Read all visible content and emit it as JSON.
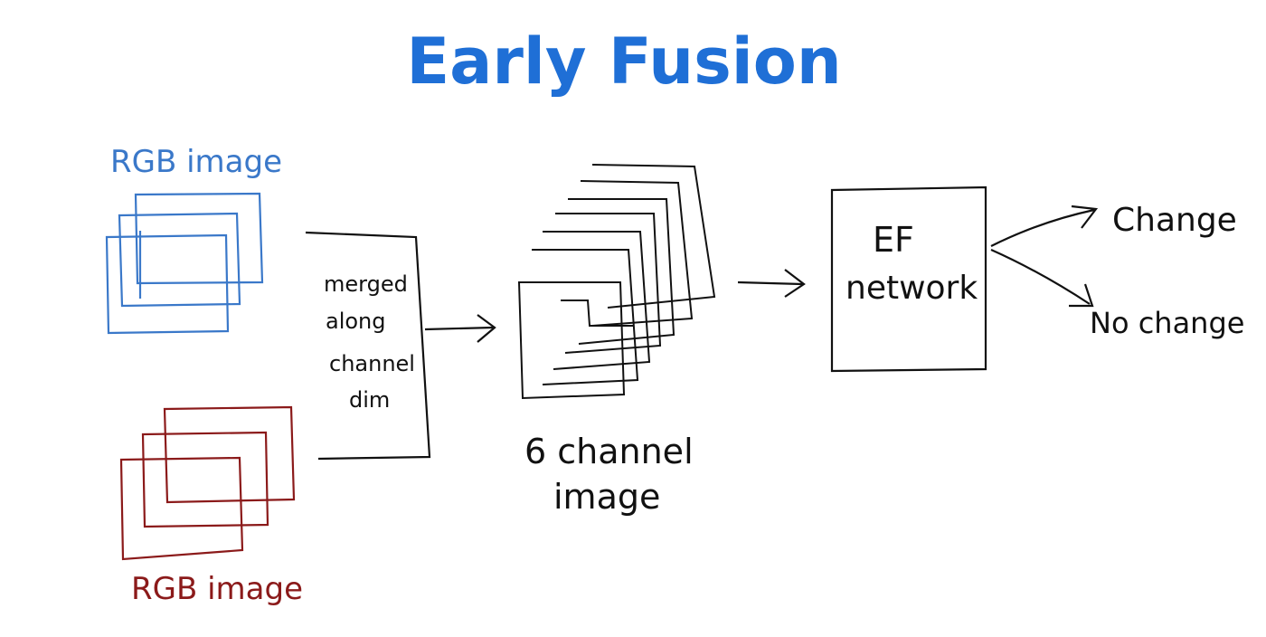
{
  "title": "Early Fusion",
  "inputs": {
    "top_label": "RGB image",
    "bottom_label": "RGB image"
  },
  "merge_box": {
    "lines": [
      "merged",
      "along",
      "channel",
      "dim"
    ]
  },
  "stack": {
    "label_line1": "6 channel",
    "label_line2": "image"
  },
  "network": {
    "line1": "EF",
    "line2": "network"
  },
  "outputs": {
    "change": "Change",
    "no_change": "No change"
  },
  "colors": {
    "title": "#1f6fd6",
    "rgb_top": "#3a78c9",
    "rgb_bottom": "#8b1a1a",
    "ink": "#111111"
  }
}
